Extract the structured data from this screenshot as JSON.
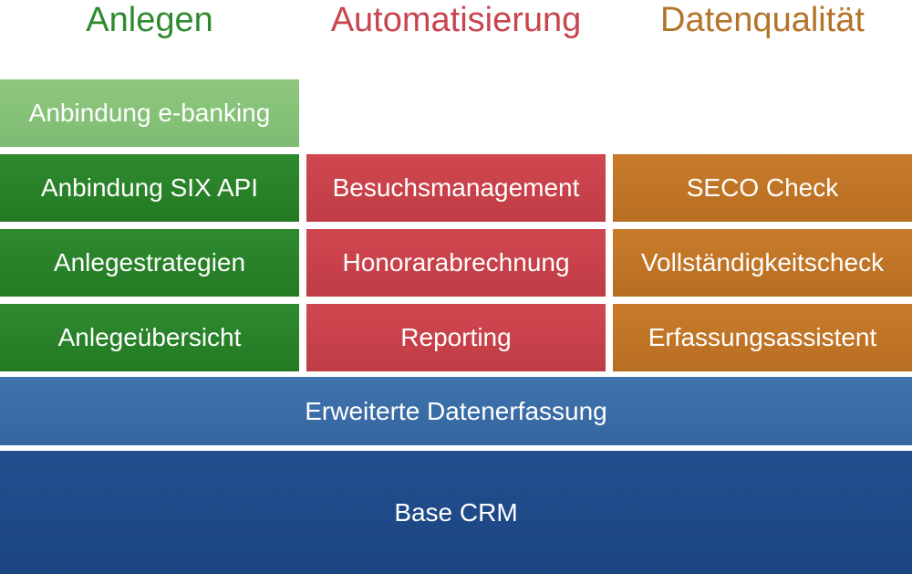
{
  "columns": {
    "anlegen": {
      "title": "Anlegen",
      "color": "#2f8a2f",
      "items": [
        "Anbindung e-banking",
        "Anbindung SIX API",
        "Anlegestrategien",
        "Anlegeübersicht"
      ]
    },
    "automatisierung": {
      "title": "Automatisierung",
      "color": "#c8454f",
      "items": [
        "Besuchsmanagement",
        "Honorarabrechnung",
        "Reporting"
      ]
    },
    "datenqualitaet": {
      "title": "Datenqualität",
      "color": "#b3742a",
      "items": [
        "SECO Check",
        "Vollständigkeitscheck",
        "Erfassungsassistent"
      ]
    }
  },
  "layers": {
    "erweiterte": "Erweiterte Datenerfassung",
    "base": "Base CRM"
  },
  "colors": {
    "green_light": "#8dc87e",
    "green": "#2f8a2f",
    "red": "#c8454f",
    "orange": "#b3742a",
    "blue_light": "#3a6ca7",
    "blue_dark": "#1f4a88"
  }
}
